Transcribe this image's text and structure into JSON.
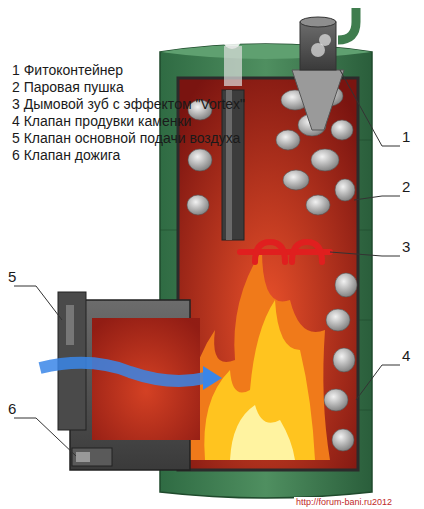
{
  "diagram": {
    "labels": [
      "1 Фитоконтейнер",
      "2 Паровая пушка",
      "3 Дымовой зуб с эффектом \"Vortex\"",
      "4 Клапан продувки каменки",
      "5 Клапан основной подачи воздуха",
      "6 Клапан дожига",
      "1",
      "2",
      "3",
      "4",
      "5",
      "6",
      "http://forum-bani.ru2012"
    ]
  }
}
